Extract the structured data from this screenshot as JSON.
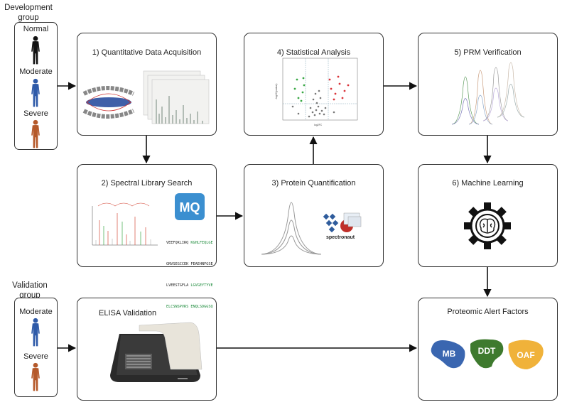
{
  "development_group": {
    "title": "Development\ngroup",
    "people": [
      {
        "label": "Normal",
        "color": "#111111"
      },
      {
        "label": "Moderate",
        "color": "#2e5aa8"
      },
      {
        "label": "Severe",
        "color": "#b5592a"
      }
    ]
  },
  "validation_group": {
    "title": "Validation\ngroup",
    "people": [
      {
        "label": "Moderate",
        "color": "#2e5aa8"
      },
      {
        "label": "Severe",
        "color": "#b5592a"
      }
    ]
  },
  "steps": {
    "acquisition": "1) Quantitative Data Acquisition",
    "library": "2) Spectral Library Search",
    "quantification": "3) Protein Quantification",
    "statistics": "4) Statistical Analysis",
    "prm": "5) PRM Verification",
    "ml": "6) Machine Learning",
    "elisa": "ELISA Validation",
    "alert": "Proteomic Alert Factors"
  },
  "software": {
    "maxquant_logo": "MQ",
    "spectronaut": "spectronaut"
  },
  "volcano": {
    "xlabel": "log2FC",
    "ylabel": "-log10(pvalue)"
  },
  "peptide_sequences": [
    {
      "a": "VEEFQKLIRQ",
      "b": "KGHLFEQLGE"
    },
    {
      "a": "GNVSEGCCEK",
      "b": "FEAEHNFGSE"
    },
    {
      "a": "LVEESTGFLA",
      "b": "LGVGEYTYVE"
    },
    {
      "a": "ELCSNSPVRS",
      "b": "ENQLSDGGSQ"
    }
  ],
  "alert_factors": [
    {
      "label": "MB",
      "color": "#3a66b0"
    },
    {
      "label": "DDT",
      "color": "#3e7a2e"
    },
    {
      "label": "OAF",
      "color": "#f0b23a"
    }
  ],
  "colors": {
    "border": "#333333",
    "arrow": "#111111",
    "sig_up": "#d9343a",
    "sig_down": "#39a845"
  }
}
